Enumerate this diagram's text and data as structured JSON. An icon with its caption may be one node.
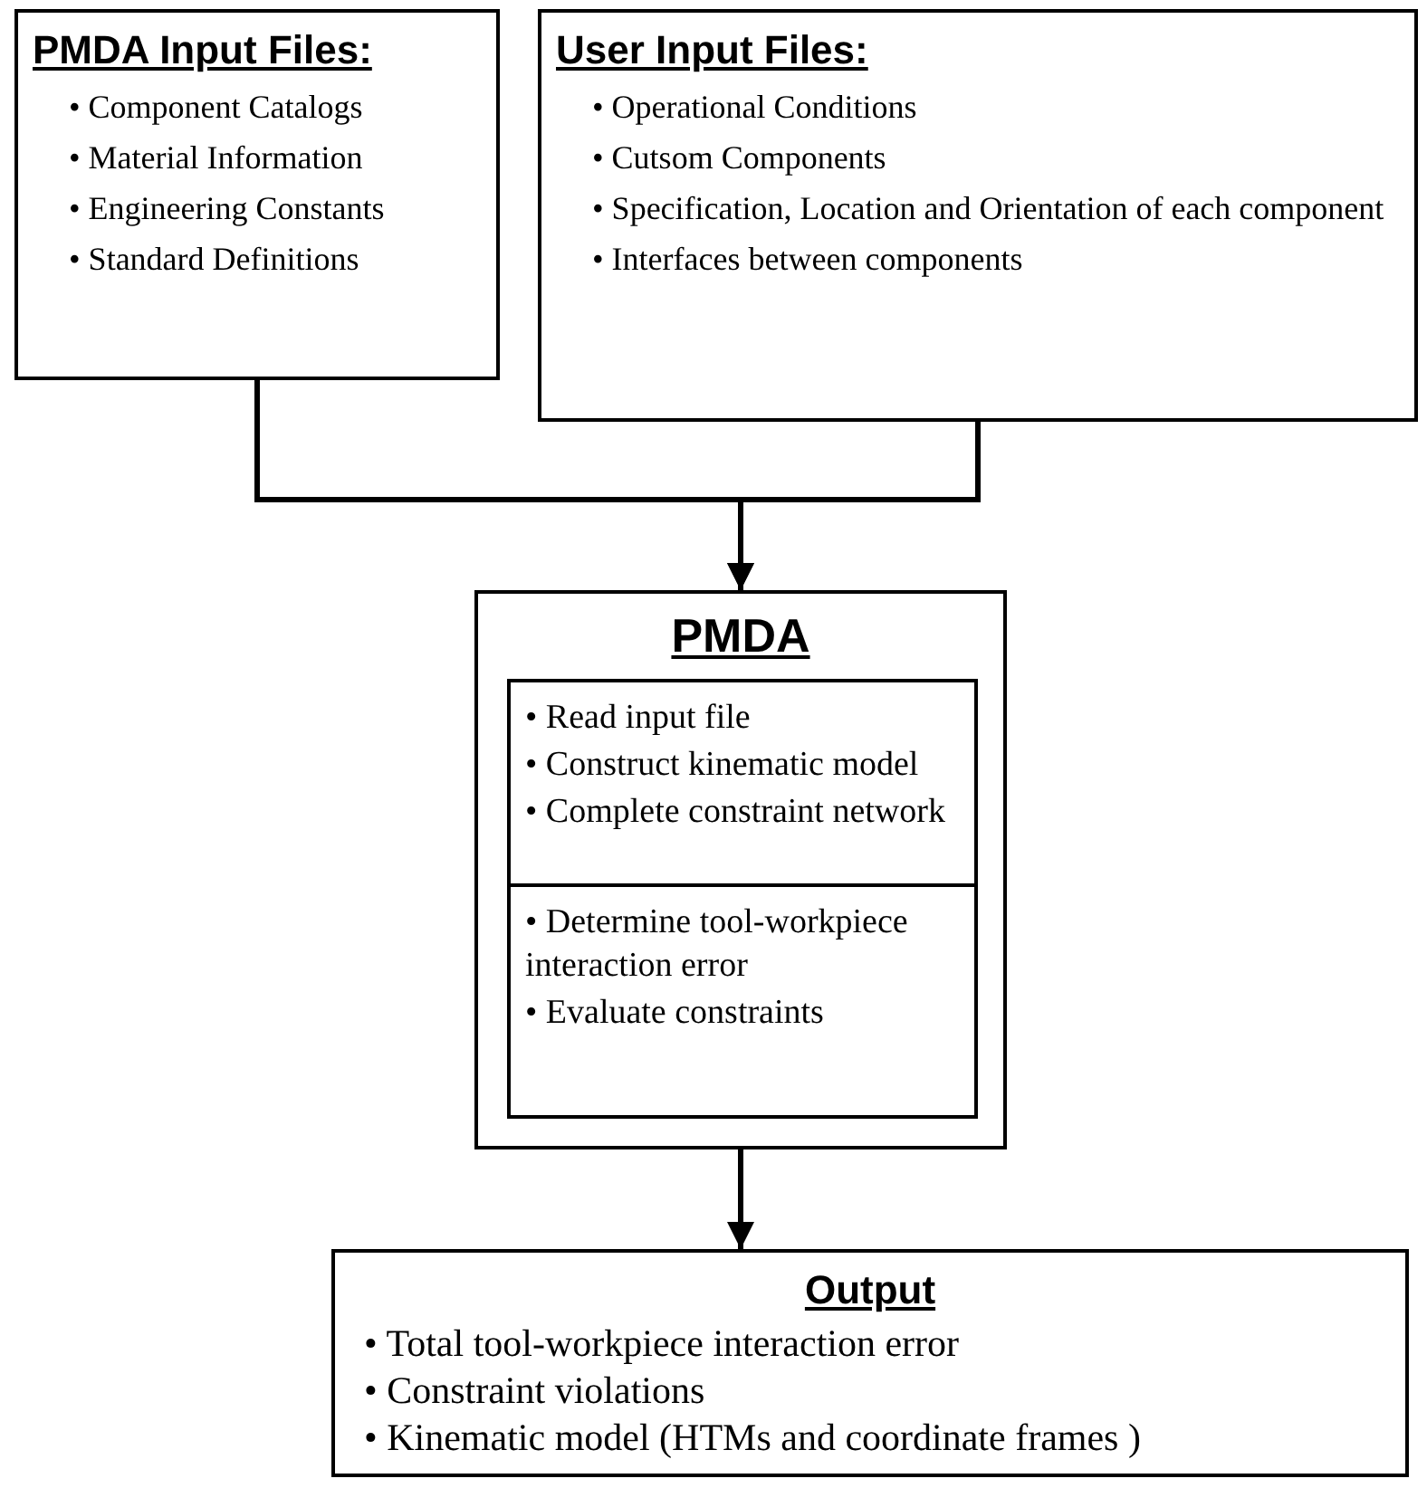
{
  "diagram": {
    "nodes": [
      {
        "text": [
          "PMDA Input Files:",
          "• Component Catalogs",
          "• Material Information",
          "• Engineering Constants",
          "• Standard Definitions"
        ]
      },
      {
        "text": [
          "User Input Files:",
          "• Operational Conditions",
          "• Cutsom Components",
          "• Specification, Location and Orientation of each component",
          "• Interfaces between components"
        ]
      },
      {
        "text": [
          "PMDA"
        ]
      },
      {
        "text": [
          "• Read input file",
          "• Construct kinematic model",
          "• Complete constraint network"
        ],
        "in": 2
      },
      {
        "text": [
          "• Determine tool-workpiece interaction error",
          "• Evaluate constraints"
        ],
        "in": 2
      },
      {
        "text": [
          "Output",
          "• Total tool-workpiece interaction error",
          "• Constraint violations",
          "• Kinematic model (HTMs and coordinate frames )"
        ]
      }
    ],
    "edges": [
      {
        "from": 0,
        "to": 2,
        "arrow": "to"
      },
      {
        "from": 1,
        "to": 2,
        "arrow": "to"
      },
      {
        "from": 2,
        "to": 5,
        "arrow": "to"
      }
    ]
  }
}
